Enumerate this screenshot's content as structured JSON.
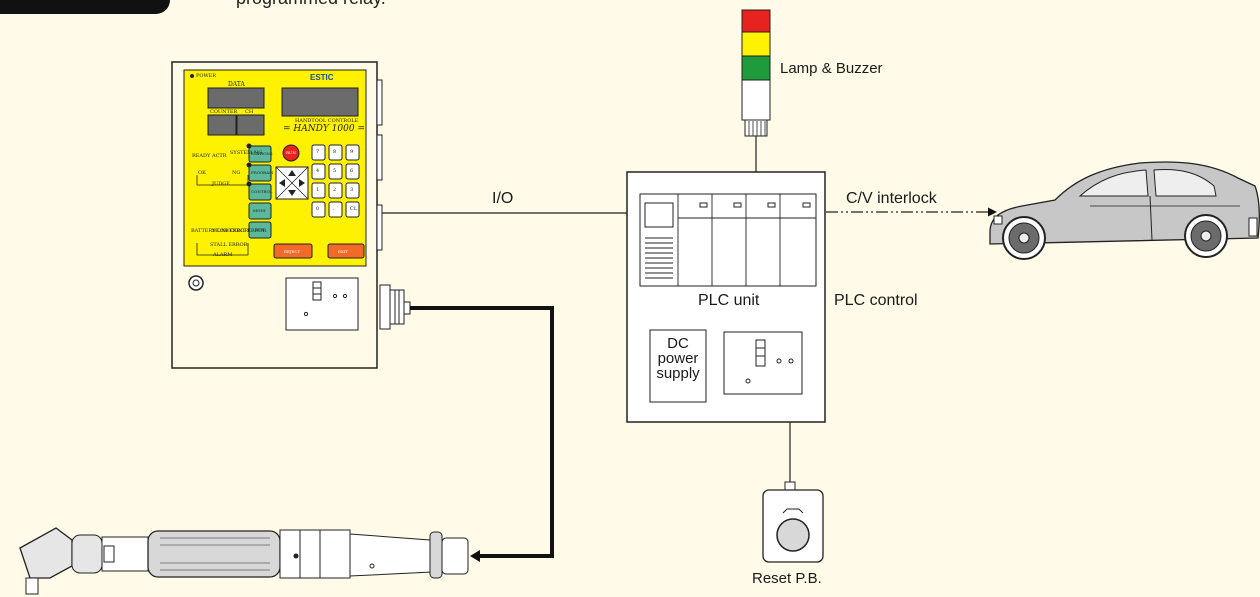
{
  "header": {
    "cut_text": "programmed relay."
  },
  "labels": {
    "lamp": "Lamp & Buzzer",
    "io": "I/O",
    "cv": "C/V interlock",
    "plc_unit": "PLC unit",
    "plc_control": "PLC control",
    "dc_supply": [
      "DC",
      "power",
      "supply"
    ],
    "reset": "Reset P.B."
  },
  "controller": {
    "brand": "ESTIC",
    "power": "POWER",
    "data": "DATA",
    "counter": "COUNTER",
    "ch": "CH",
    "model_caption": "HANDTOOL CONTROLE",
    "model": "= HANDY 1000 =",
    "status": [
      "READY",
      "OK",
      "JUDGE",
      "ACTR",
      "SYSTEM NG",
      "NG"
    ],
    "alarm": [
      "BATTERY LOW",
      "MONI ERROR",
      "CONT ERROR",
      "STALL ERROR",
      "ALARM"
    ],
    "buttons": [
      "STATIONS",
      "PROGRAM",
      "CONTROL",
      "MONI",
      "SUB",
      "RESET",
      "EXIT"
    ],
    "run": "RUN",
    "reject": "REJECT",
    "keypad": [
      "7",
      "8",
      "9",
      "4",
      "5",
      "6",
      "1",
      "2",
      "3",
      "0",
      ".",
      "CL"
    ]
  },
  "colors": {
    "background": "#fffbe8",
    "panel": "#fff200",
    "lamp_red": "#e8231f",
    "lamp_yellow": "#fff200",
    "lamp_green": "#1f9b3c",
    "button_green": "#5bb89a",
    "button_orange": "#f26a2a"
  }
}
